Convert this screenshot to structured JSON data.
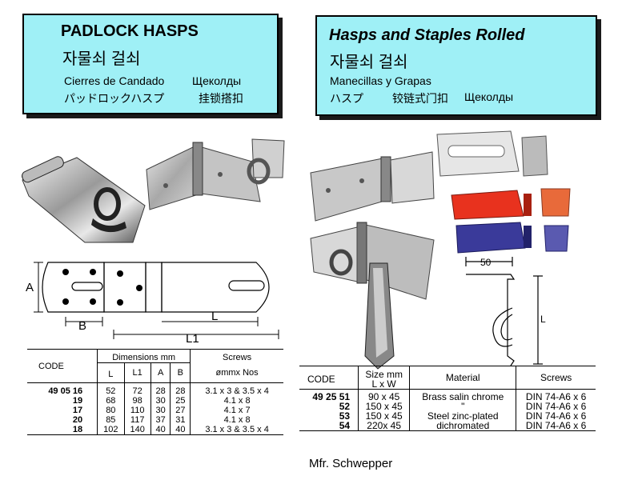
{
  "left_header": {
    "title": "PADLOCK HASPS",
    "korean": "자물쇠 걸쇠",
    "spanish": "Cierres de Candado",
    "russian": "Щеколды",
    "japanese": "パッドロックハスプ",
    "chinese": "挂锁搭扣"
  },
  "right_header": {
    "title": "Hasps and Staples Rolled",
    "korean": "자물쇠 걸쇠",
    "spanish": "Manecillas y Grapas",
    "japanese": "ハスプ",
    "chinese": "铰链式门扣",
    "russian": "Щеколды"
  },
  "diagram_left": {
    "label_a": "A",
    "label_b": "B",
    "label_l": "L",
    "label_l1": "L1"
  },
  "diagram_right": {
    "label_50": "50",
    "label_l": "L"
  },
  "left_table": {
    "headers": {
      "code": "CODE",
      "dimensions": "Dimensions mm",
      "screws": "Screws",
      "screws_sub": "ømmx Nos",
      "l": "L",
      "l1": "L1",
      "a": "A",
      "b": "B"
    },
    "rows": [
      {
        "code": "49 05 16",
        "l": "52",
        "l1": "72",
        "a": "28",
        "b": "28",
        "screws": "3.1 x 3 & 3.5 x 4"
      },
      {
        "code": "19",
        "l": "68",
        "l1": "98",
        "a": "30",
        "b": "25",
        "screws": "4.1 x 8"
      },
      {
        "code": "17",
        "l": "80",
        "l1": "110",
        "a": "30",
        "b": "27",
        "screws": "4.1 x 7"
      },
      {
        "code": "20",
        "l": "85",
        "l1": "117",
        "a": "37",
        "b": "31",
        "screws": "4.1 x 8"
      },
      {
        "code": "18",
        "l": "102",
        "l1": "140",
        "a": "40",
        "b": "40",
        "screws": "3.1 x 3 & 3.5 x 4"
      }
    ]
  },
  "right_table": {
    "headers": {
      "code": "CODE",
      "size": "Size mm",
      "size_sub": "L x W",
      "material": "Material",
      "screws": "Screws"
    },
    "rows": [
      {
        "code": "49 25 51",
        "size": "90 x 45",
        "material": "Brass salin chrome",
        "screws": "DIN 74-A6 x 6"
      },
      {
        "code": "52",
        "size": "150 x 45",
        "material": "\"",
        "screws": "DIN 74-A6 x 6"
      },
      {
        "code": "53",
        "size": "150 x 45",
        "material": "Steel zinc-plated",
        "screws": "DIN 74-A6 x 6"
      },
      {
        "code": "54",
        "size": "220x 45",
        "material": "dichromated",
        "screws": "DIN 74-A6 x 6"
      }
    ]
  },
  "manufacturer": "Mfr. Schwepper",
  "colors": {
    "header_bg": "#9ff0f6",
    "hasp_red": "#e8321e",
    "hasp_blue": "#3a3a9a",
    "hasp_orange": "#e86a3a"
  }
}
